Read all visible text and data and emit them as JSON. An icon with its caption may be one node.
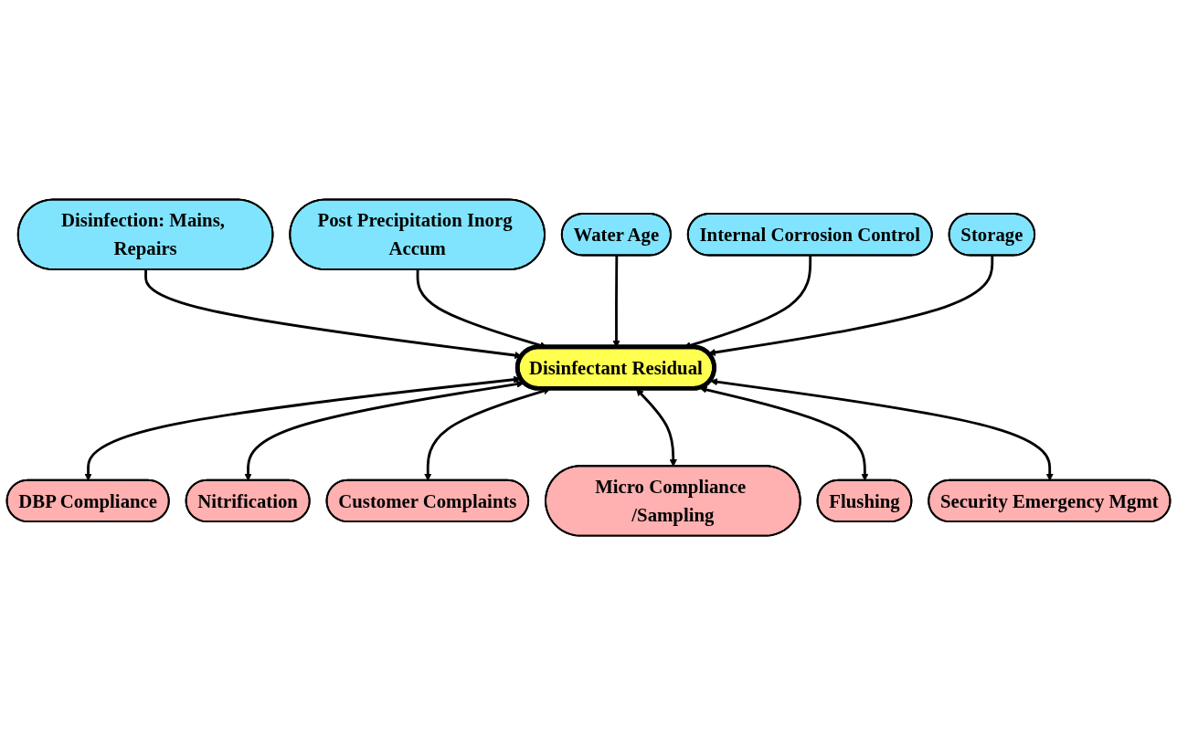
{
  "diagram": {
    "nodes": [
      {
        "text": [
          "DBP Compliance"
        ]
      },
      {
        "text": [
          "Nitrification"
        ]
      },
      {
        "text": [
          "Customer Complaints"
        ]
      },
      {
        "text": [
          "Micro Compliance /Sampling"
        ]
      },
      {
        "text": [
          "Flushing"
        ]
      },
      {
        "text": [
          "Disinfectant Residual"
        ]
      },
      {
        "text": [
          "Security Emergency Mgmt"
        ]
      },
      {
        "text": [
          "Disinfection: Mains, Repairs"
        ]
      },
      {
        "text": [
          "Post Precipitation Inorg Accum"
        ]
      },
      {
        "text": [
          "Water Age"
        ]
      },
      {
        "text": [
          "Internal Corrosion Control"
        ]
      },
      {
        "text": [
          "Storage"
        ]
      }
    ],
    "edges": [
      {
        "from": 5,
        "to": 0,
        "arrow": "both"
      },
      {
        "from": 5,
        "to": 1,
        "arrow": "both"
      },
      {
        "from": 5,
        "to": 2,
        "arrow": "both"
      },
      {
        "from": 5,
        "to": 3,
        "arrow": "both"
      },
      {
        "from": 5,
        "to": 4,
        "arrow": "both"
      },
      {
        "from": 5,
        "to": 6,
        "arrow": "both"
      },
      {
        "from": 7,
        "to": 5,
        "arrow": "to"
      },
      {
        "from": 8,
        "to": 5,
        "arrow": "to"
      },
      {
        "from": 9,
        "to": 5,
        "arrow": "to"
      },
      {
        "from": 10,
        "to": 5,
        "arrow": "to"
      },
      {
        "from": 11,
        "to": 5,
        "arrow": "to"
      }
    ]
  }
}
